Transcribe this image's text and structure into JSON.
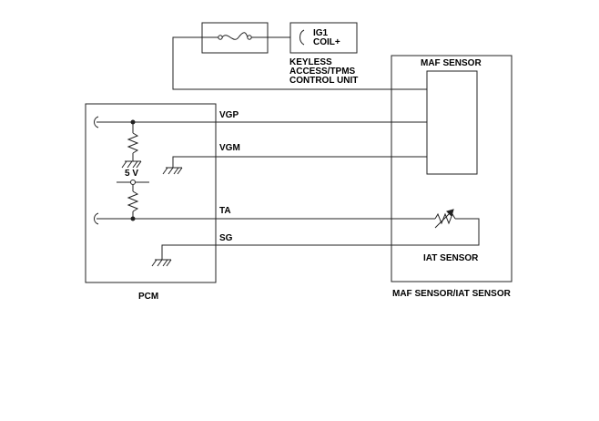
{
  "labels": {
    "ig1_coil": [
      "IG1",
      "COIL+"
    ],
    "keyless": [
      "KEYLESS",
      "ACCESS/TPMS",
      "CONTROL UNIT"
    ],
    "maf_sensor": "MAF SENSOR",
    "iat_sensor": "IAT SENSOR",
    "maf_iat_sensor": "MAF SENSOR/IAT SENSOR",
    "pcm": "PCM",
    "five_v": "5 V"
  },
  "signals": {
    "vgp": "VGP",
    "vgm": "VGM",
    "ta": "TA",
    "sg": "SG"
  }
}
